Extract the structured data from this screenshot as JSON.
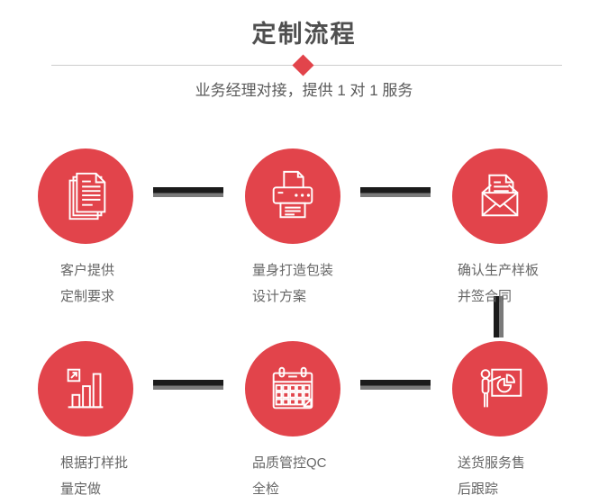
{
  "header": {
    "title": "定制流程",
    "subtitle": "业务经理对接，提供 1 对 1 服务"
  },
  "colors": {
    "accent_red": "#e2444b",
    "title_gray": "#4f4f4f",
    "subtitle_gray": "#595959",
    "label_gray": "#666666",
    "divider_gray": "#cccccc",
    "connector_dark": "#1b1b1b",
    "connector_light": "#7a7a7a",
    "icon_stroke": "#ffffff"
  },
  "steps": [
    {
      "icon": "documents-icon",
      "label_line1": "客户提供",
      "label_line2": "定制要求"
    },
    {
      "icon": "printer-icon",
      "label_line1": "量身打造包装",
      "label_line2": "设计方案"
    },
    {
      "icon": "envelope-icon",
      "label_line1": "确认生产样板",
      "label_line2": "并签合同"
    },
    {
      "icon": "bar-chart-icon",
      "label_line1": "根据打样批",
      "label_line2": "量定做"
    },
    {
      "icon": "calendar-icon",
      "label_line1": "品质管控QC",
      "label_line2": "全检"
    },
    {
      "icon": "presentation-icon",
      "label_line1": "送货服务售",
      "label_line2": "后跟踪"
    }
  ]
}
